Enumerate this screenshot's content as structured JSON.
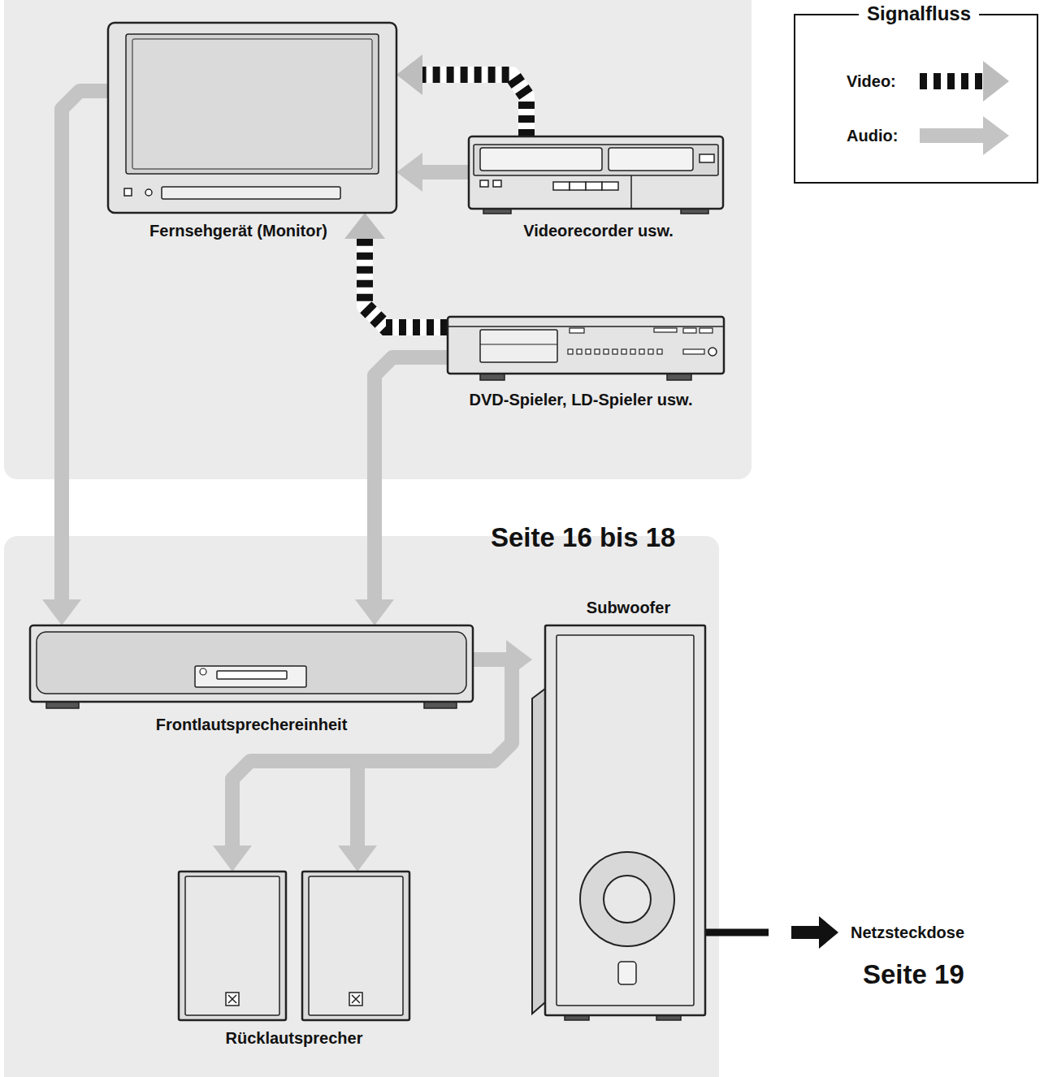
{
  "diagram": {
    "nodes": [
      {
        "text": [
          "Fernsehgerät (Monitor)"
        ]
      },
      {
        "text": [
          "Videorecorder usw."
        ]
      },
      {
        "text": [
          "DVD-Spieler, LD-Spieler usw."
        ]
      },
      {
        "text": [
          "Frontlautsprechereinheit"
        ]
      },
      {
        "text": [
          "Subwoofer"
        ]
      },
      {
        "text": [
          "Rücklautsprecher"
        ]
      }
    ],
    "edges": [
      {
        "from": 1,
        "to": 0,
        "arrow": "to"
      },
      {
        "from": 1,
        "to": 0,
        "arrow": "to"
      },
      {
        "from": 2,
        "to": 0,
        "arrow": "to"
      },
      {
        "from": 0,
        "to": 3,
        "arrow": "to"
      },
      {
        "from": 2,
        "to": 3,
        "arrow": "to"
      },
      {
        "from": 3,
        "to": 4,
        "arrow": "to"
      },
      {
        "from": 3,
        "to": 5,
        "arrow": "to"
      }
    ],
    "labels": [
      "Signalfluss",
      "Seite 16 bis 18",
      "Netzsteckdose",
      "Seite 19"
    ],
    "legend": [
      {
        "text": "Video:"
      },
      {
        "text": "Audio:"
      }
    ]
  }
}
